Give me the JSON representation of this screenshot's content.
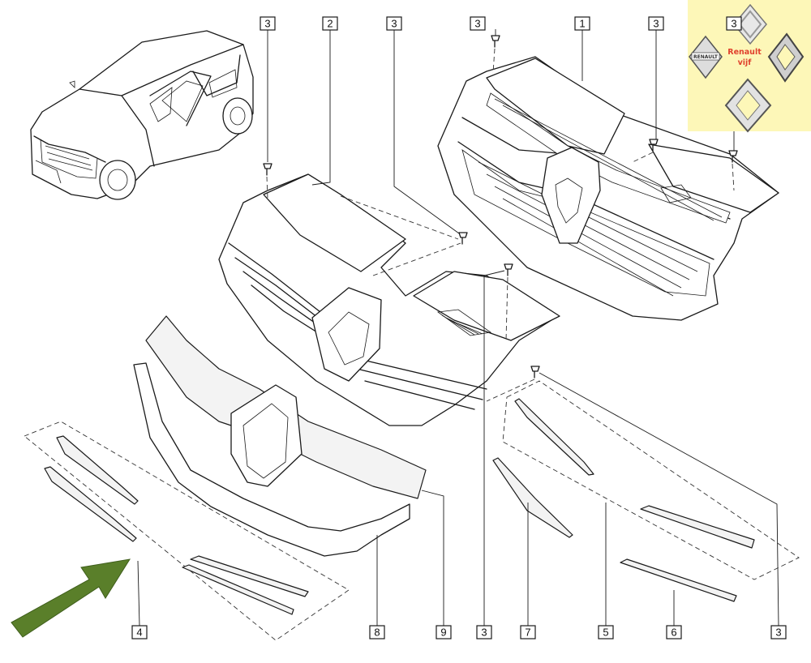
{
  "callouts": {
    "top_3a": "3",
    "top_2": "2",
    "top_3b": "3",
    "top_3c": "3",
    "top_1": "1",
    "top_3d": "3",
    "top_3e": "3",
    "bottom_4": "4",
    "bottom_8": "8",
    "bottom_9": "9",
    "bottom_3": "3",
    "bottom_7": "7",
    "bottom_5": "5",
    "bottom_6": "6",
    "bottom_3r": "3"
  },
  "watermark": {
    "line1": "Renault",
    "line2": "vijf",
    "badge_text": "RENAULT"
  },
  "colors": {
    "arrow": "#5a7f2a",
    "watermark_bg": "#fdf7b8",
    "ink": "#1a1a1a"
  },
  "icons": {
    "pointer": "green-arrow-icon",
    "logo": "renault-diamond-logo"
  }
}
